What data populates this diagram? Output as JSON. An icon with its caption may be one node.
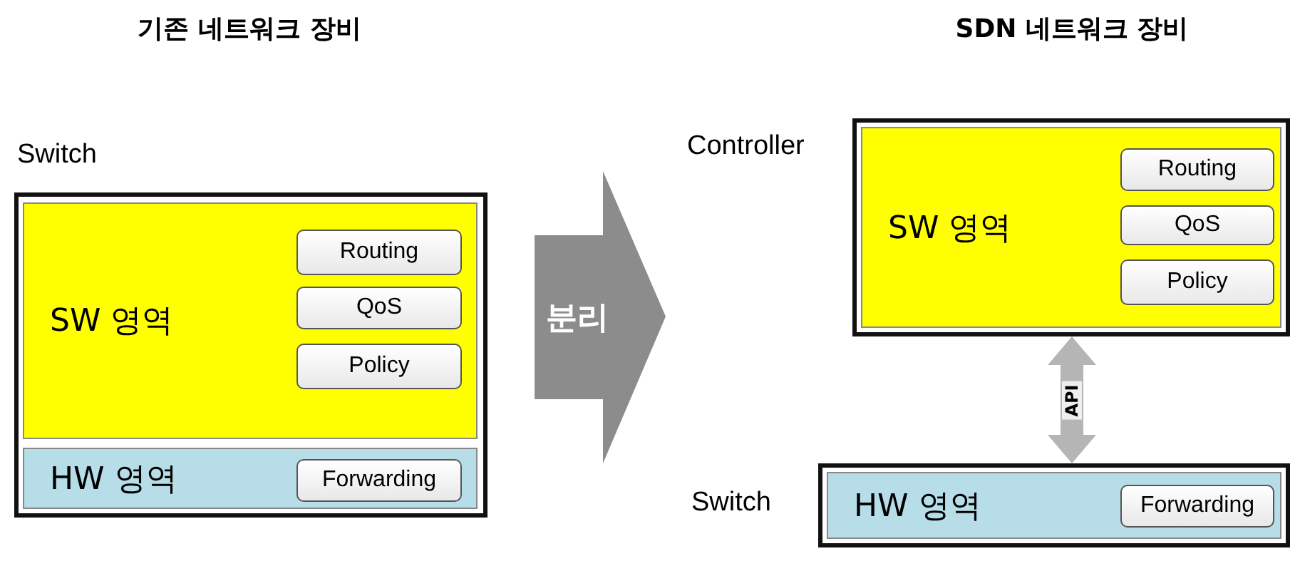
{
  "diagram": {
    "nodes": [
      {
        "text": [
          "Switch"
        ]
      },
      {
        "text": [
          "SW 영역"
        ],
        "in": 0
      },
      {
        "text": [
          "Routing"
        ],
        "in": 1
      },
      {
        "text": [
          "QoS"
        ],
        "in": 1
      },
      {
        "text": [
          "Policy"
        ],
        "in": 1
      },
      {
        "text": [
          "HW 영역"
        ],
        "in": 0
      },
      {
        "text": [
          "Forwarding"
        ],
        "in": 5
      },
      {
        "text": [
          "분리"
        ]
      },
      {
        "text": [
          "Controller"
        ]
      },
      {
        "text": [
          "SW 영역"
        ],
        "in": 8
      },
      {
        "text": [
          "Routing"
        ],
        "in": 9
      },
      {
        "text": [
          "QoS"
        ],
        "in": 9
      },
      {
        "text": [
          "Policy"
        ],
        "in": 9
      },
      {
        "text": [
          "Switch"
        ]
      },
      {
        "text": [
          "HW 영역"
        ],
        "in": 13
      },
      {
        "text": [
          "Forwarding"
        ],
        "in": 14
      }
    ],
    "edges": [
      {
        "from": 8,
        "to": 13,
        "arrow": "both",
        "label": "API"
      }
    ],
    "labels": [
      "기존 네트워크 장비",
      "SDN 네트워크 장비"
    ]
  }
}
